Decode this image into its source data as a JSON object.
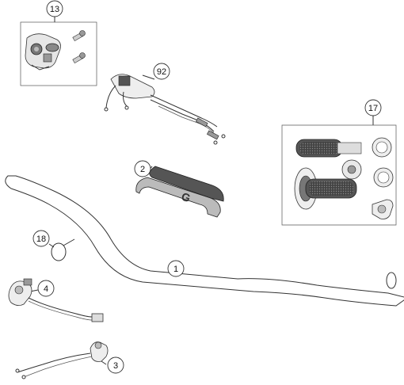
{
  "diagram": {
    "callouts": [
      {
        "id": "13",
        "label": "13"
      },
      {
        "id": "92",
        "label": "92"
      },
      {
        "id": "17",
        "label": "17"
      },
      {
        "id": "2",
        "label": "2"
      },
      {
        "id": "1",
        "label": "1"
      },
      {
        "id": "18",
        "label": "18"
      },
      {
        "id": "4",
        "label": "4"
      },
      {
        "id": "3",
        "label": "3"
      }
    ],
    "pad_logo_text": "G"
  }
}
